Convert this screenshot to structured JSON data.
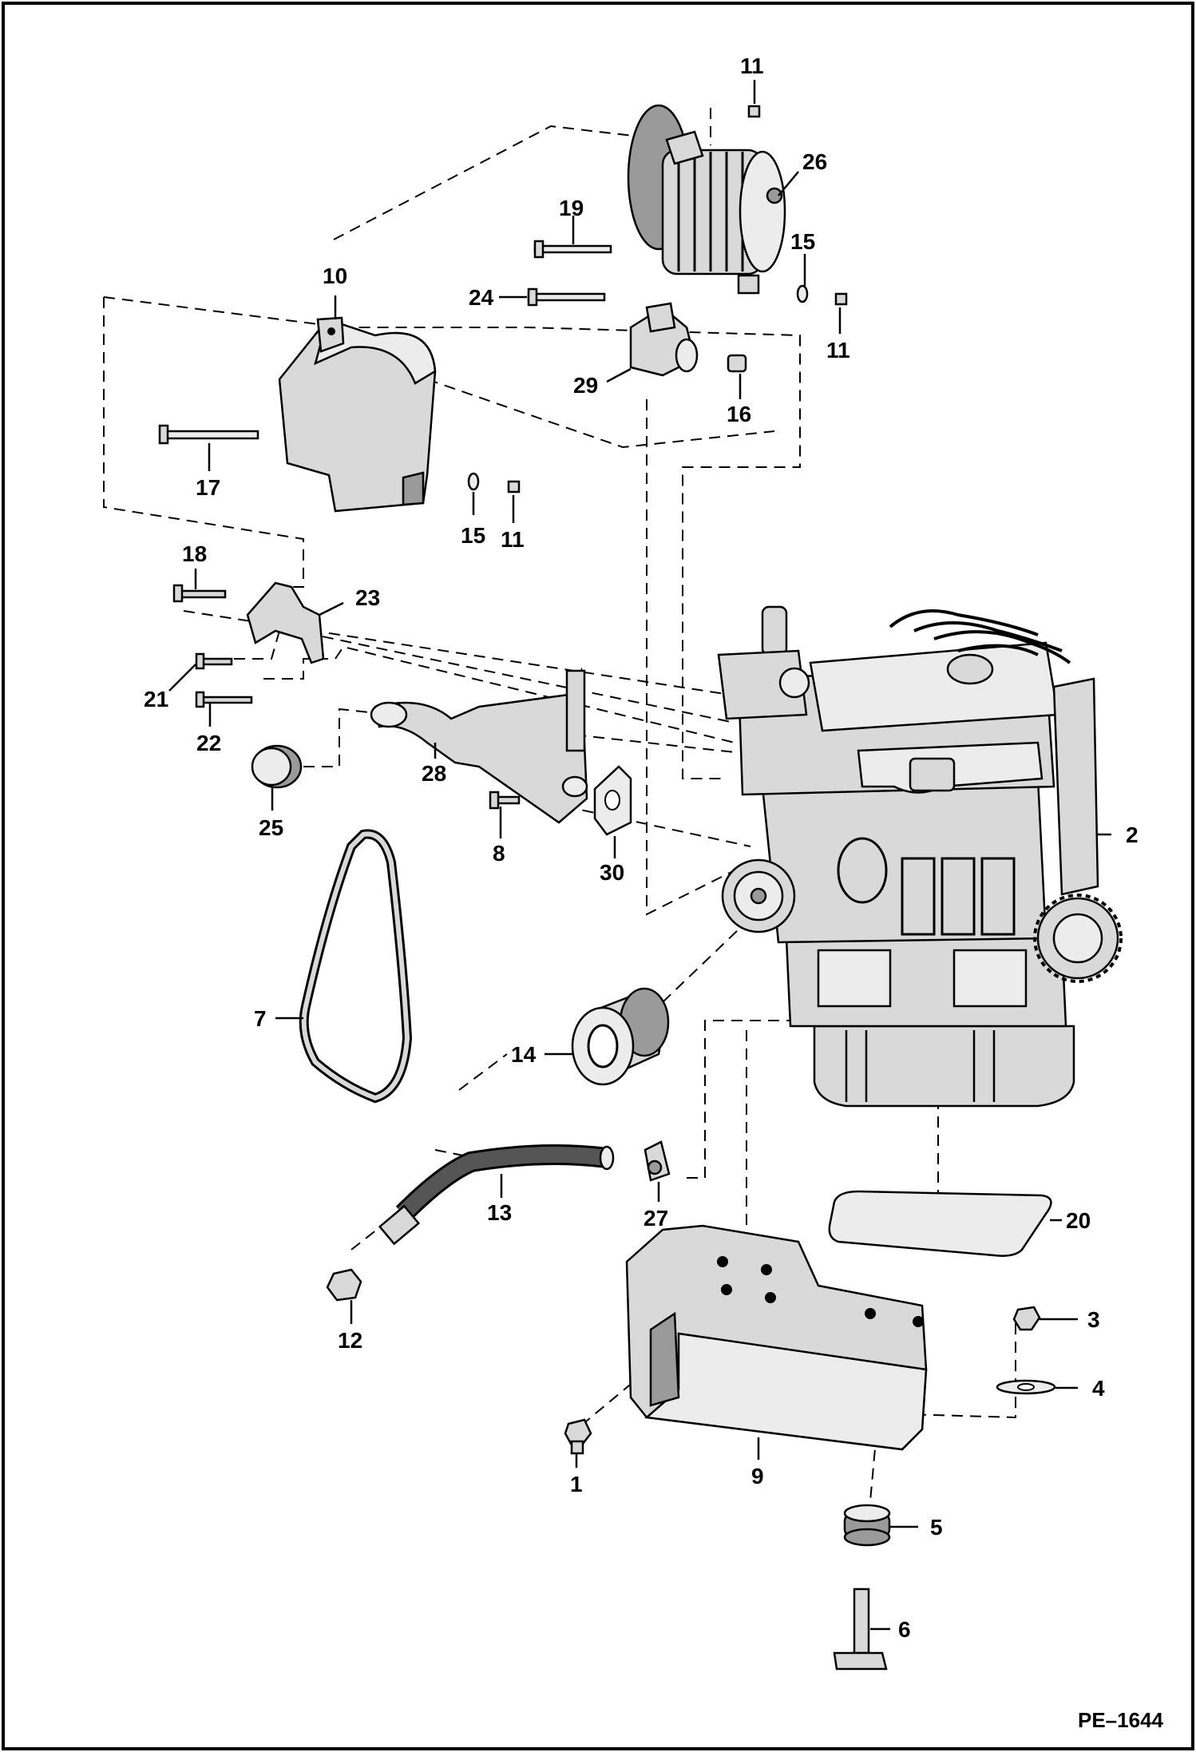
{
  "figure_code": "PE–1644",
  "callouts": {
    "c1": "1",
    "c2": "2",
    "c3": "3",
    "c4": "4",
    "c5": "5",
    "c6": "6",
    "c7": "7",
    "c8": "8",
    "c9": "9",
    "c10": "10",
    "c11a": "11",
    "c11b": "11",
    "c11c": "11",
    "c12": "12",
    "c13": "13",
    "c14": "14",
    "c15a": "15",
    "c15b": "15",
    "c16": "16",
    "c17": "17",
    "c18": "18",
    "c19": "19",
    "c20": "20",
    "c21": "21",
    "c22": "22",
    "c23": "23",
    "c24": "24",
    "c25": "25",
    "c26": "26",
    "c27": "27",
    "c28": "28",
    "c29": "29",
    "c30": "30"
  }
}
